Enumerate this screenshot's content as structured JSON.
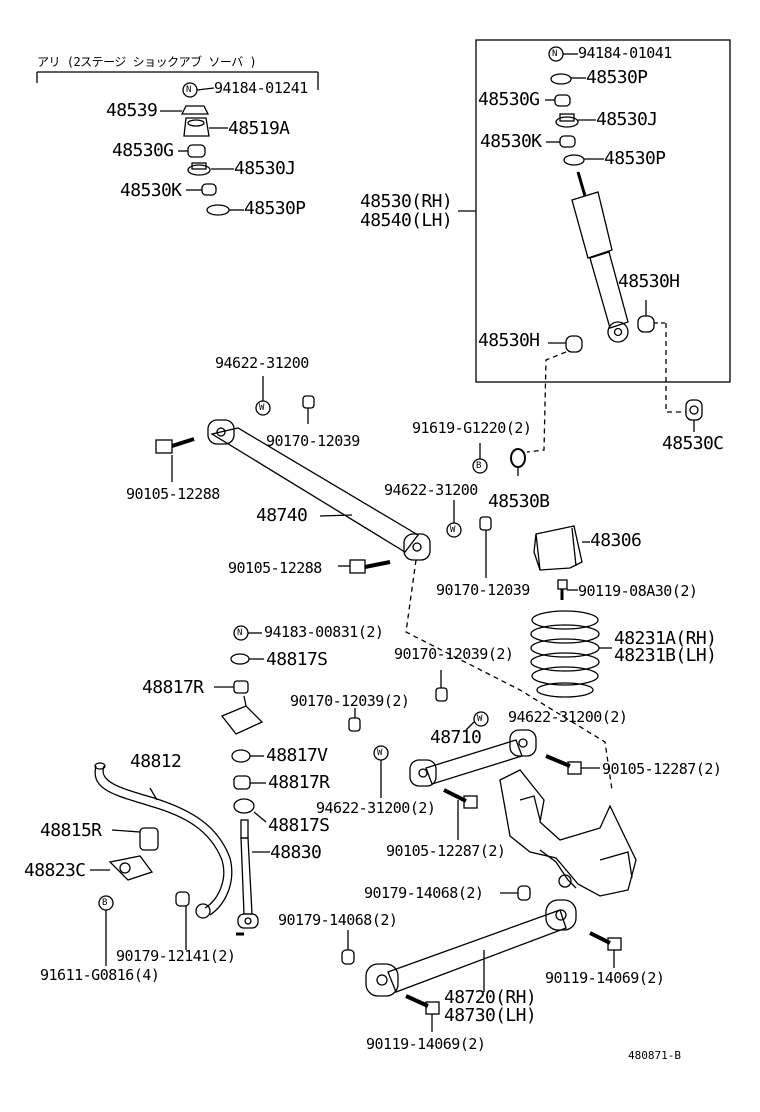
{
  "header_note": "アリ (2ステージ ショックアブ ソーバ )",
  "symbols": {
    "n": "N",
    "w": "W",
    "b": "B"
  },
  "optional_kit": {
    "nut": "94184-01241",
    "p1": "48539",
    "p2": "48519A",
    "p3": "48530G",
    "p4": "48530J",
    "p5": "48530K",
    "p6": "48530P"
  },
  "shock_box": {
    "nut": "94184-01041",
    "p_top": "48530P",
    "g": "48530G",
    "j": "48530J",
    "k": "48530K",
    "p_low": "48530P",
    "absorber_rh": "48530(RH)",
    "absorber_lh": "48540(LH)",
    "bushing_right": "48530H",
    "bushing_left": "48530H"
  },
  "bushing_c": "48530C",
  "bolt_91619": "91619-G1220(2)",
  "bushing_b": "48530B",
  "upper_arm": {
    "washer_1": "94622-31200",
    "nut_1": "90170-12039",
    "bolt_1": "90105-12288",
    "arm": "48740",
    "washer_2": "94622-31200",
    "bolt_2": "90105-12288",
    "nut_2": "90170-12039"
  },
  "bump_stopper": "48306",
  "bolt_90119_08": "90119-08A30(2)",
  "coil_spring_rh": "48231A(RH)",
  "coil_spring_lh": "48231B(LH)",
  "stabilizer": {
    "nut": "94183-00831(2)",
    "s1": "48817S",
    "r1": "48817R",
    "v": "48817V",
    "r2": "48817R",
    "s2": "48817S",
    "link": "48830",
    "bar": "48812",
    "bushing": "48815R",
    "bracket": "48823C",
    "bolt_b": "91611-G0816(4)",
    "nut_b": "90179-12141(2)"
  },
  "lateral": {
    "nut_a": "90170-12039(2)",
    "nut_b": "90170-12039(2)",
    "washer_a": "94622-31200(2)",
    "washer_b": "94622-31200(2)",
    "rod": "48710",
    "bolt_a": "90105-12287(2)",
    "bolt_b": "90105-12287(2)"
  },
  "lower_arm": {
    "nut_a": "90179-14068(2)",
    "nut_b": "90179-14068(2)",
    "bolt_a": "90119-14069(2)",
    "rh": "48720(RH)",
    "lh": "48730(LH)",
    "bolt_b": "90119-14069(2)"
  },
  "catalog_id": "480871-B"
}
